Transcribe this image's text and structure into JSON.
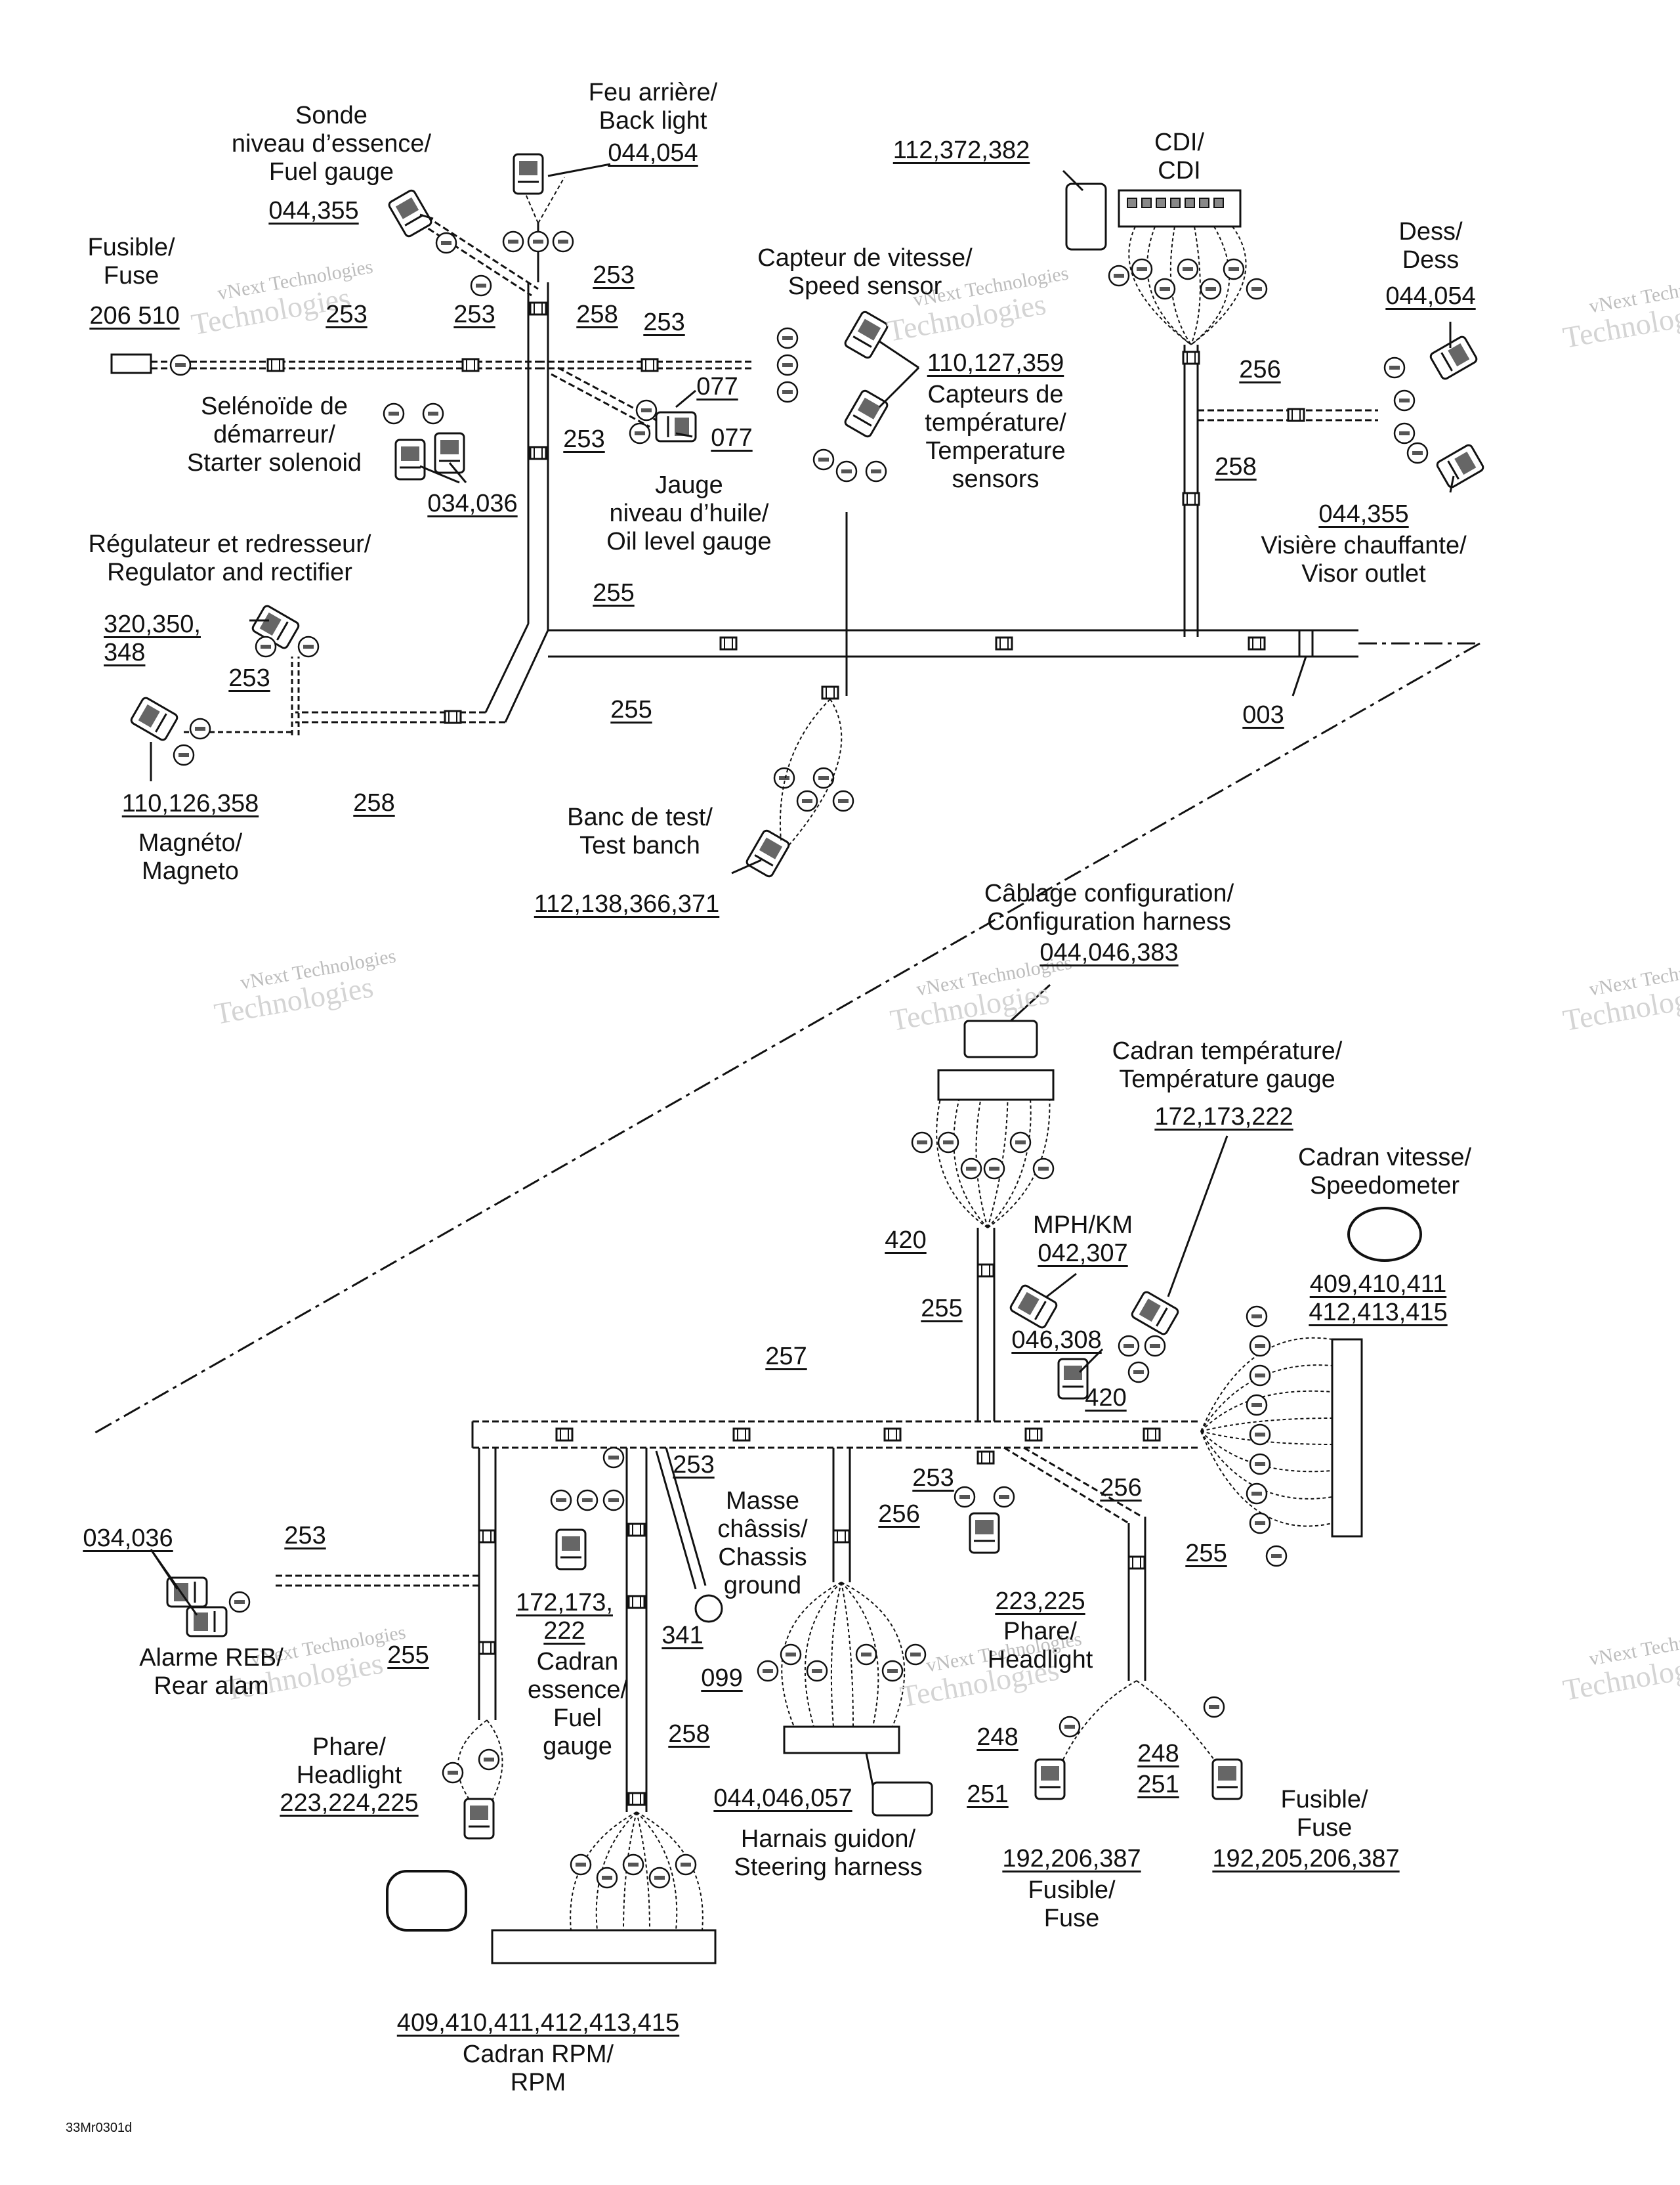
{
  "watermark": {
    "line1": "vNext Technologies",
    "line2": "Technologies"
  },
  "footer_code": "33Mr0301d",
  "labels": {
    "fuel_gauge_sender": [
      "Sonde",
      "niveau d’essence/",
      "Fuel gauge"
    ],
    "fuel_gauge_sender_num": "044,355",
    "back_light": [
      "Feu arrière/",
      "Back light"
    ],
    "back_light_num": "044,054",
    "fuse_left": [
      "Fusible/",
      "Fuse"
    ],
    "fuse_left_num": "206 510",
    "speed_sensor": [
      "Capteur de vitesse/",
      "Speed sensor"
    ],
    "temp_sensors": [
      "Capteurs de",
      "température/",
      "Temperature",
      "sensors"
    ],
    "temp_sensors_num": "110,127,359",
    "cdi": [
      "CDI/",
      "CDI"
    ],
    "cdi_num": "112,372,382",
    "dess": [
      "Dess/",
      "Dess"
    ],
    "dess_num": "044,054",
    "visor": [
      "Visière chauffante/",
      "Visor outlet"
    ],
    "visor_num": "044,355",
    "starter": [
      "Selénoïde de",
      "démarreur/",
      "Starter solenoid"
    ],
    "starter_num": "034,036",
    "oil_gauge": [
      "Jauge",
      "niveau d’huile/",
      "Oil level gauge"
    ],
    "oil_num_a": "077",
    "oil_num_b": "077",
    "regulator": [
      "Régulateur et redresseur/",
      "Regulator and rectifier"
    ],
    "regulator_num": [
      "320,350,",
      "348"
    ],
    "magneto": [
      "Magnéto/",
      "Magneto"
    ],
    "magneto_num": "110,126,358",
    "test_bench": [
      "Banc de test/",
      "Test banch"
    ],
    "test_bench_num": "112,138,366,371",
    "config_harness": [
      "Câblage configuration/",
      "Configuration harness"
    ],
    "config_harness_num": "044,046,383",
    "temp_gauge": [
      "Cadran température/",
      "Température gauge"
    ],
    "temp_gauge_num": "172,173,222",
    "speedometer": [
      "Cadran vitesse/",
      "Speedometer"
    ],
    "speedometer_num": [
      "409,410,411",
      "412,413,415"
    ],
    "mph_km": "MPH/KM",
    "mph_km_num": "042,307",
    "mph_km_num2": "046,308",
    "rear_alarm": [
      "Alarme REB/",
      "Rear alam"
    ],
    "rear_alarm_num": "034,036",
    "fuel_gauge_dial": [
      "Cadran",
      "essence/",
      "Fuel",
      "gauge"
    ],
    "fuel_gauge_dial_num": [
      "172,173,",
      "222"
    ],
    "chassis_ground": [
      "Masse",
      "châssis/",
      "Chassis",
      "ground"
    ],
    "headlight_left": [
      "Phare/",
      "Headlight"
    ],
    "headlight_left_num": "223,224,225",
    "headlight_mid": [
      "Phare/",
      "Headlight"
    ],
    "headlight_mid_num": "223,225",
    "steering_harness": [
      "Harnais guidon/",
      "Steering harness"
    ],
    "steering_harness_num": "044,046,057",
    "fuse_mid": [
      "Fusible/",
      "Fuse"
    ],
    "fuse_mid_num": "192,206,387",
    "fuse_right": [
      "Fusible/",
      "Fuse"
    ],
    "fuse_right_num": "192,205,206,387",
    "rpm": [
      "Cadran RPM/",
      "RPM"
    ],
    "rpm_num": "409,410,411,412,413,415"
  },
  "callouts": {
    "c253a": "253",
    "c253b": "253",
    "c253c": "253",
    "c253d": "253",
    "c253e": "253",
    "c253f": "253",
    "c253g": "253",
    "c253h": "253",
    "c253i": "253",
    "c258a": "258",
    "c258b": "258",
    "c258c": "258",
    "c258d": "258",
    "c256a": "256",
    "c256b": "256",
    "c256c": "256",
    "c255a": "255",
    "c255b": "255",
    "c255c": "255",
    "c255d": "255",
    "c255e": "255",
    "c003": "003",
    "c257": "257",
    "c420a": "420",
    "c420b": "420",
    "c341": "341",
    "c099": "099",
    "c248a": "248",
    "c251a": "251",
    "c248b": "248",
    "c251b": "251"
  }
}
